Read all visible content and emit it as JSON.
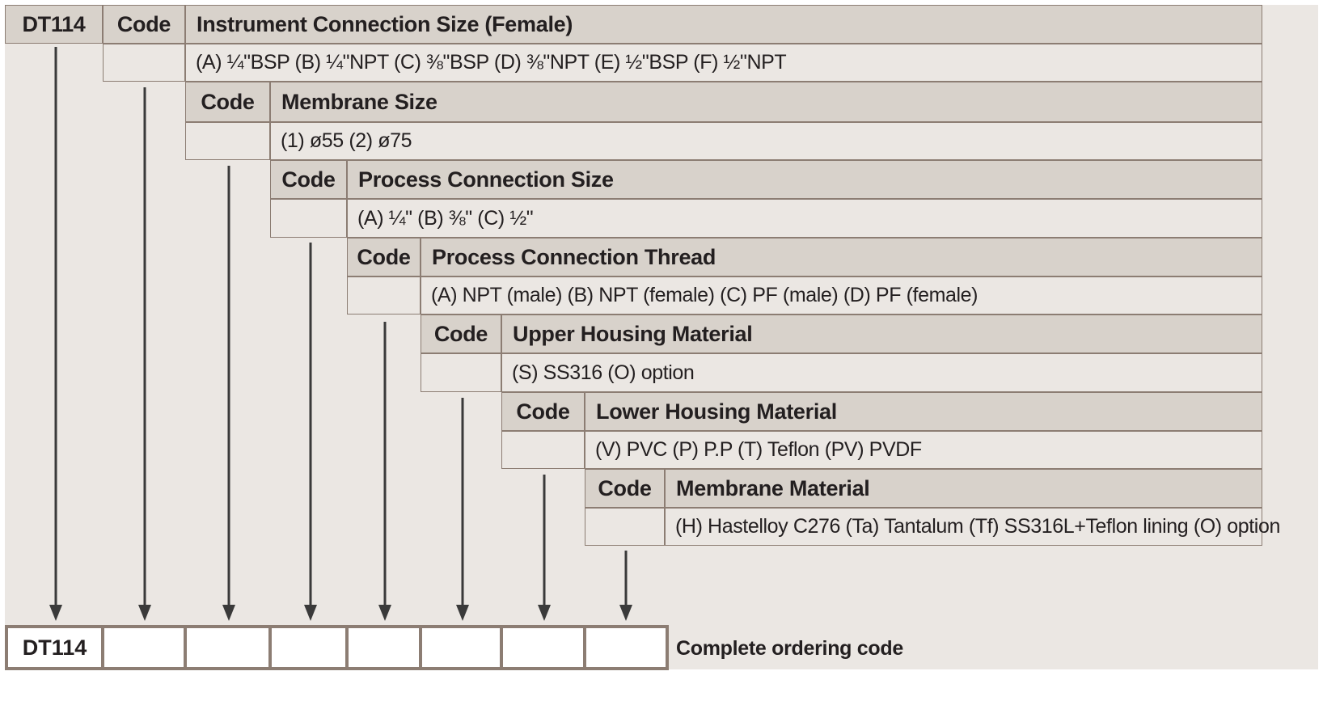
{
  "model": "DT114",
  "code_label": "Code",
  "tiers": [
    {
      "title": "Instrument Connection Size (Female)",
      "options": "(A) ¼\"BSP  (B) ¼\"NPT  (C) ⅜\"BSP  (D) ⅜\"NPT  (E) ½\"BSP  (F) ½\"NPT"
    },
    {
      "title": "Membrane Size",
      "options": "(1) ø55    (2) ø75"
    },
    {
      "title": "Process Connection Size",
      "options": "(A) ¼\"  (B) ⅜\"  (C) ½\""
    },
    {
      "title": "Process Connection Thread",
      "options": "(A) NPT (male)    (B) NPT (female)    (C) PF (male)    (D) PF (female)"
    },
    {
      "title": "Upper Housing Material",
      "options": "(S) SS316    (O) option"
    },
    {
      "title": "Lower Housing Material",
      "options": "(V) PVC  (P) P.P  (T) Teflon  (PV) PVDF"
    },
    {
      "title": "Membrane Material",
      "options": "(H) Hastelloy C276    (Ta) Tantalum    (Tf) SS316L+Teflon lining    (O) option"
    }
  ],
  "result_label": "Complete ordering code",
  "colors": {
    "header_bg": "#d8d2cb",
    "option_bg": "#ebe7e3",
    "border": "#8c7d73",
    "arrow": "#3a3a3a"
  }
}
